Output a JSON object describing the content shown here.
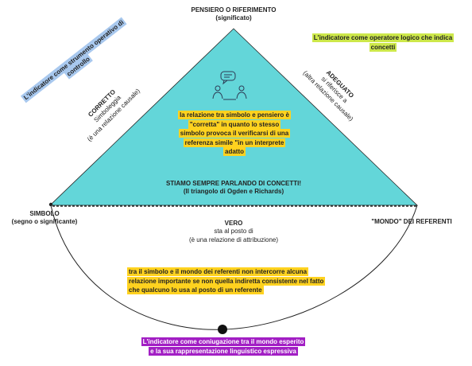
{
  "colors": {
    "triangle_fill": "#63d6d9",
    "yellow": "#ffd21f",
    "lime": "#cde84a",
    "blue": "#a8c8ee",
    "purple": "#a21fc4",
    "line": "#222222"
  },
  "top_vertex": {
    "title": "PENSIERO O RIFERIMENTO",
    "subtitle": "(significato)"
  },
  "left_vertex": {
    "title": "SIMBOLO",
    "subtitle": "(segno o significante)"
  },
  "right_vertex": {
    "title": "\"MONDO\" DEI REFERENTI"
  },
  "left_side": {
    "title": "CORRETTO",
    "line1": "Simboleggia",
    "line2": "(è una relazione causale)"
  },
  "right_side": {
    "title": "ADEGUATO",
    "line1": "si riferisce a",
    "line2": "(altra relazione causale)"
  },
  "base_side": {
    "title": "VERO",
    "line1": "sta al posto di",
    "line2": "(è una relazione di attribuzione)"
  },
  "center_note": {
    "text": "la relazione tra simbolo e pensiero è \"corretta\" in quanto lo stesso simbolo provoca il verificarsi di una referenza simile \"in un interprete adatto"
  },
  "concepts": {
    "title": "STIAMO SEMPRE PARLANDO DI CONCETTI!",
    "subtitle": "(Il triangolo di Ogden e Richards)"
  },
  "bottom_note": {
    "text": "tra il simbolo e il mondo dei referenti non intercorre alcuna relazione importante se non quella indiretta consistente nel fatto che qualcuno lo usa al posto di un referente"
  },
  "sticky_blue": {
    "text": "L'indicatore come strumento operativo di controllo"
  },
  "sticky_lime": {
    "text": "L'indicatore come operatore logico che indica concetti"
  },
  "sticky_purple": {
    "text": "L'indicatore come coniugazione tra il mondo esperito e la sua rappresentazione linguistico espressiva"
  },
  "icon": "people-conversation-icon"
}
